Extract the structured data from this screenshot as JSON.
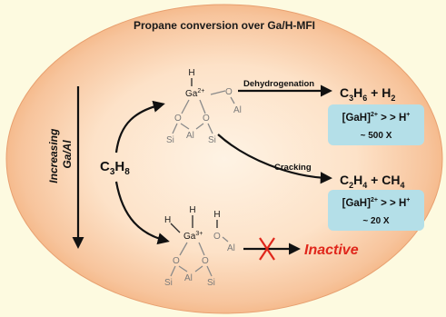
{
  "title": "Propane conversion over Ga/H-MFI",
  "axis_label_line1": "Increasing",
  "axis_label_line2": "Ga/Al",
  "reactant": {
    "main": "C",
    "sub1": "3",
    "mid": "H",
    "sub2": "8"
  },
  "top_species": {
    "h": "H",
    "ga": "Ga",
    "ga_charge": "2+",
    "o": "O",
    "al": "Al",
    "si": "Si"
  },
  "bottom_species": {
    "h": "H",
    "ga": "Ga",
    "ga_charge": "3+",
    "o": "O",
    "al": "Al",
    "si": "Si"
  },
  "dehydrogenation": {
    "label": "Dehydrogenation",
    "product": {
      "a": "C",
      "a_sub": "3",
      "b": "H",
      "b_sub": "6",
      "plus": " + H",
      "plus_sub": "2"
    },
    "box_line1_pre": "[GaH]",
    "box_line1_sup": "2+",
    "box_line1_post": " > > H",
    "box_line1_sup2": "+",
    "box_line2": "~ 500 X"
  },
  "cracking": {
    "label": "Cracking",
    "product": {
      "a": "C",
      "a_sub": "2",
      "b": "H",
      "b_sub": "4",
      "plus": " + CH",
      "plus_sub": "4"
    },
    "box_line1_pre": "[GaH]",
    "box_line1_sup": "2+",
    "box_line1_post": " > > H",
    "box_line1_sup2": "+",
    "box_line2": "~ 20 X"
  },
  "inactive_label": "Inactive",
  "colors": {
    "background": "#fdfae0",
    "ellipse_outer": "#f2ad77",
    "ellipse_inner": "#fde2c8",
    "box_fill": "#b4dfe8",
    "cross": "#e0261b",
    "inactive": "#e0261b"
  }
}
